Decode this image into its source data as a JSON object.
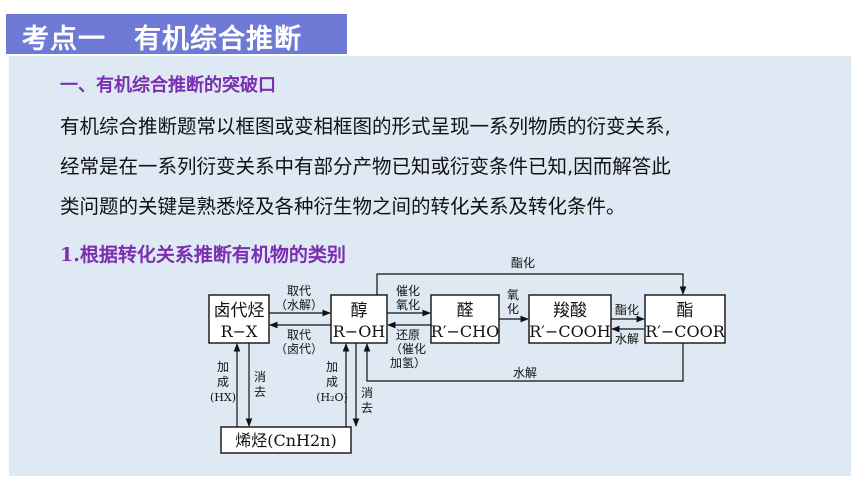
{
  "header": {
    "title": "考点一　有机综合推断"
  },
  "section": {
    "heading": "一、有机综合推断的突破口",
    "paragraph_lines": [
      "有机综合推断题常以框图或变相框图的形式呈现一系列物质的衍变关系,",
      "经常是在一系列衍变关系中有部分产物已知或衍变条件已知,因而解答此",
      "类问题的关键是熟悉烃及各种衍生物之间的转化关系及转化条件。"
    ],
    "subheading": "1.根据转化关系推断有机物的类别"
  },
  "diagram": {
    "nodes": {
      "haloalkane": {
        "name": "卤代烃",
        "formula": "R−X"
      },
      "alcohol": {
        "name": "醇",
        "formula": "R−OH"
      },
      "aldehyde": {
        "name": "醛",
        "formula": "R′−CHO"
      },
      "acid": {
        "name": "羧酸",
        "formula": "R′−COOH"
      },
      "ester": {
        "name": "酯",
        "formula": "R′−COOR"
      },
      "alkene": {
        "name": "烯烃(CnH2n)"
      }
    },
    "labels": {
      "substitution_top_1": "取代",
      "substitution_top_2": "（水解）",
      "substitution_bottom_1": "取代",
      "substitution_bottom_2": "（卤代）",
      "oxidation_1": "催化",
      "oxidation_2": "氧化",
      "reduction_1": "还原",
      "reduction_2": "（催化",
      "reduction_3": "加氢）",
      "oxid_1": "氧",
      "oxid_2": "化",
      "esterify_small": "酯化",
      "hydrolysis_small": "水解",
      "esterify_top": "酯化",
      "hydrolysis_bottom": "水解",
      "add_hx_1": "加",
      "add_hx_2": "成",
      "add_hx_3": "(HX)",
      "elim_1_1": "消",
      "elim_1_2": "去",
      "add_h2o_1": "加",
      "add_h2o_2": "成",
      "add_h2o_3": "(H₂O)",
      "elim_2_1": "消",
      "elim_2_2": "去"
    }
  }
}
